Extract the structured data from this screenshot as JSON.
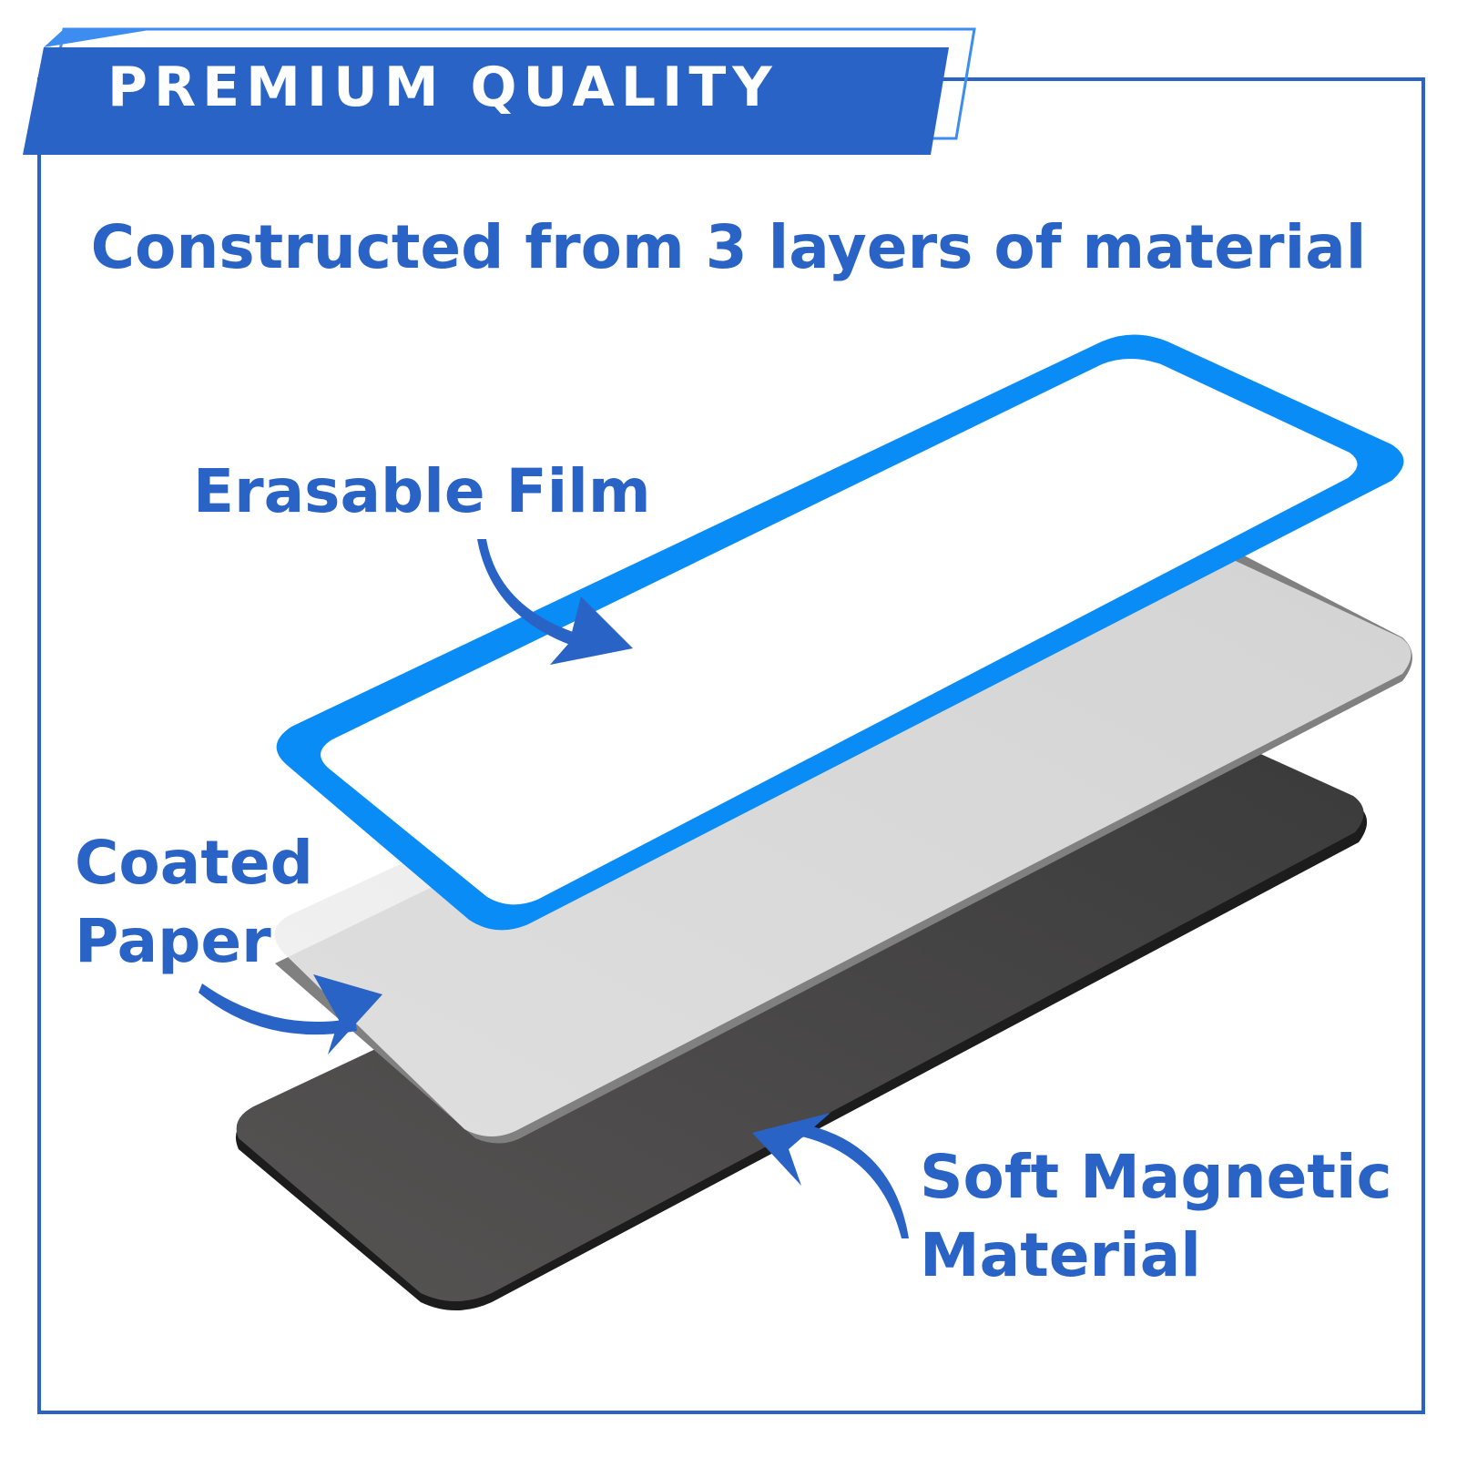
{
  "banner": {
    "title": "PREMIUM QUALITY"
  },
  "headline": "Constructed from 3 layers of material",
  "layers": [
    {
      "id": "erasable-film",
      "label_lines": [
        "Erasable Film"
      ]
    },
    {
      "id": "coated-paper",
      "label_lines": [
        "Coated",
        "Paper"
      ]
    },
    {
      "id": "soft-magnetic-material",
      "label_lines": [
        "Soft Magnetic",
        "Material"
      ]
    }
  ],
  "colors": {
    "brand_blue": "#2a63c6",
    "film_border": "#0a8cf6",
    "paper": "#e6e6e6",
    "magnet": "#4a4848"
  },
  "icons": [
    "curved-arrow-icon"
  ]
}
